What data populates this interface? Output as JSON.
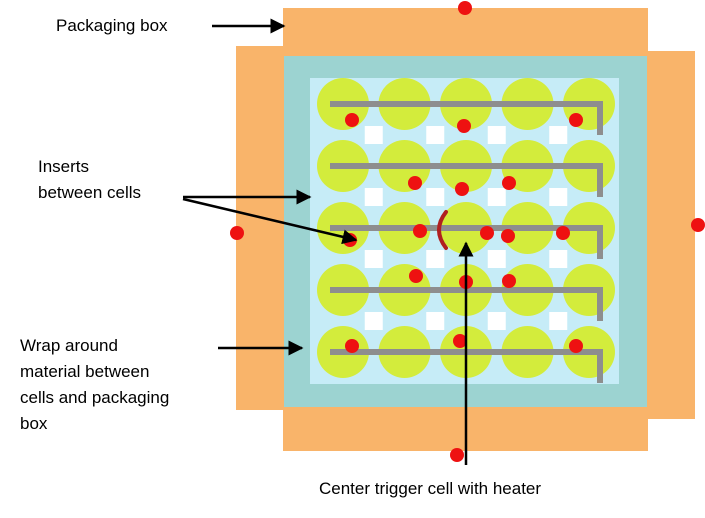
{
  "diagram": {
    "labels": {
      "packaging_box": "Packaging box",
      "inserts_line1": "Inserts",
      "inserts_line2": "between  cells",
      "wrap_line1": "Wrap around",
      "wrap_line2": "material between",
      "wrap_line3": "cells and packaging",
      "wrap_line4": "box",
      "center_trigger": "Center trigger cell with heater"
    },
    "grid": {
      "rows": 5,
      "cols": 5
    },
    "colors": {
      "packaging_box": "#F9B46A",
      "wrap_material": "#9CD3D1",
      "insert_area": "#C6ECF7",
      "insert_cell_white": "#FFFFFF",
      "cell": "#D3EC3C",
      "busbar": "#8E8E8E",
      "sensor_dot": "#EE1111",
      "heater": "#B02020",
      "arrow": "#000000"
    },
    "icons": {
      "sensor": "red-dot",
      "heater": "heater-arc",
      "arrow": "arrow"
    }
  }
}
